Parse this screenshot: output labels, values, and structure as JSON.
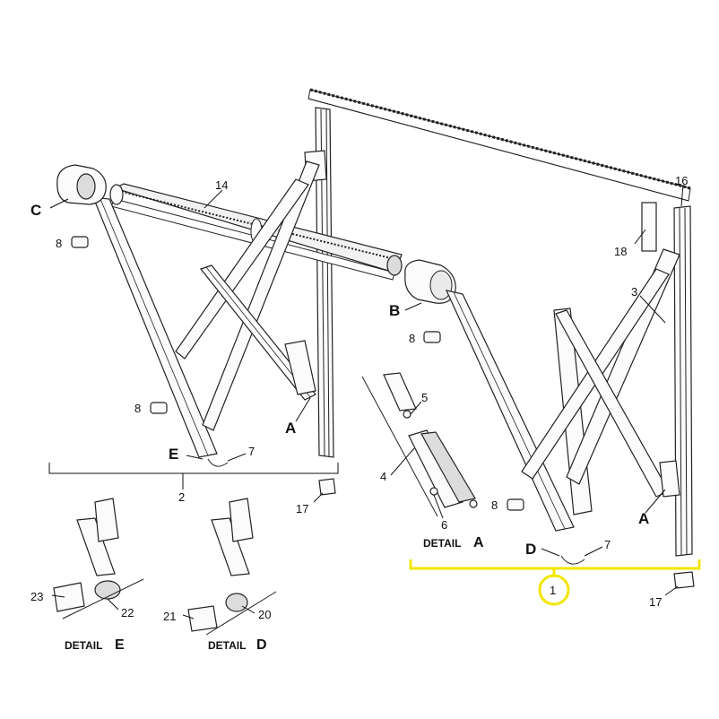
{
  "callouts": {
    "n14": "14",
    "n16": "16",
    "n18": "18",
    "n3": "3",
    "n8a": "8",
    "n8b": "8",
    "n8c": "8",
    "n8d": "8",
    "n5": "5",
    "n4": "4",
    "n6": "6",
    "n7a": "7",
    "n7b": "7",
    "n17a": "17",
    "n17b": "17",
    "n2": "2",
    "n1": "1",
    "n23": "23",
    "n22": "22",
    "n21": "21",
    "n20": "20"
  },
  "letters": {
    "C": "C",
    "B": "B",
    "A1": "A",
    "A2": "A",
    "E": "E",
    "D": "D"
  },
  "details": {
    "detail_a": {
      "word": "DETAIL",
      "letter": "A"
    },
    "detail_e": {
      "word": "DETAIL",
      "letter": "E"
    },
    "detail_d": {
      "word": "DETAIL",
      "letter": "D"
    }
  },
  "colors": {
    "highlight": "#f2e600",
    "ink": "#222222"
  }
}
